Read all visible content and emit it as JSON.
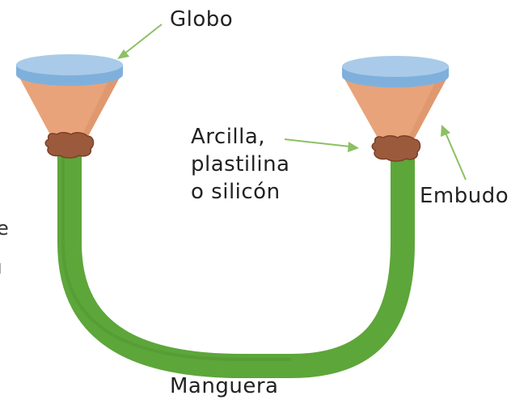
{
  "labels": {
    "balloon": "Globo",
    "clay": [
      "Arcilla,",
      "plastilina",
      "o silicón"
    ],
    "funnel": "Embudo",
    "hose": "Manguera"
  },
  "edge_fragments": {
    "top": "e",
    "bottom": "ı"
  },
  "colors": {
    "balloon_top": "#a9cbe9",
    "balloon_side": "#7fb0dc",
    "funnel": "#e8a37a",
    "funnel_shade": "#d88e63",
    "clay": "#9c5a3c",
    "clay_dark": "#7a4029",
    "hose": "#5da63a",
    "hose_dark": "#4c8d2e",
    "arrow": "#8cc063"
  }
}
